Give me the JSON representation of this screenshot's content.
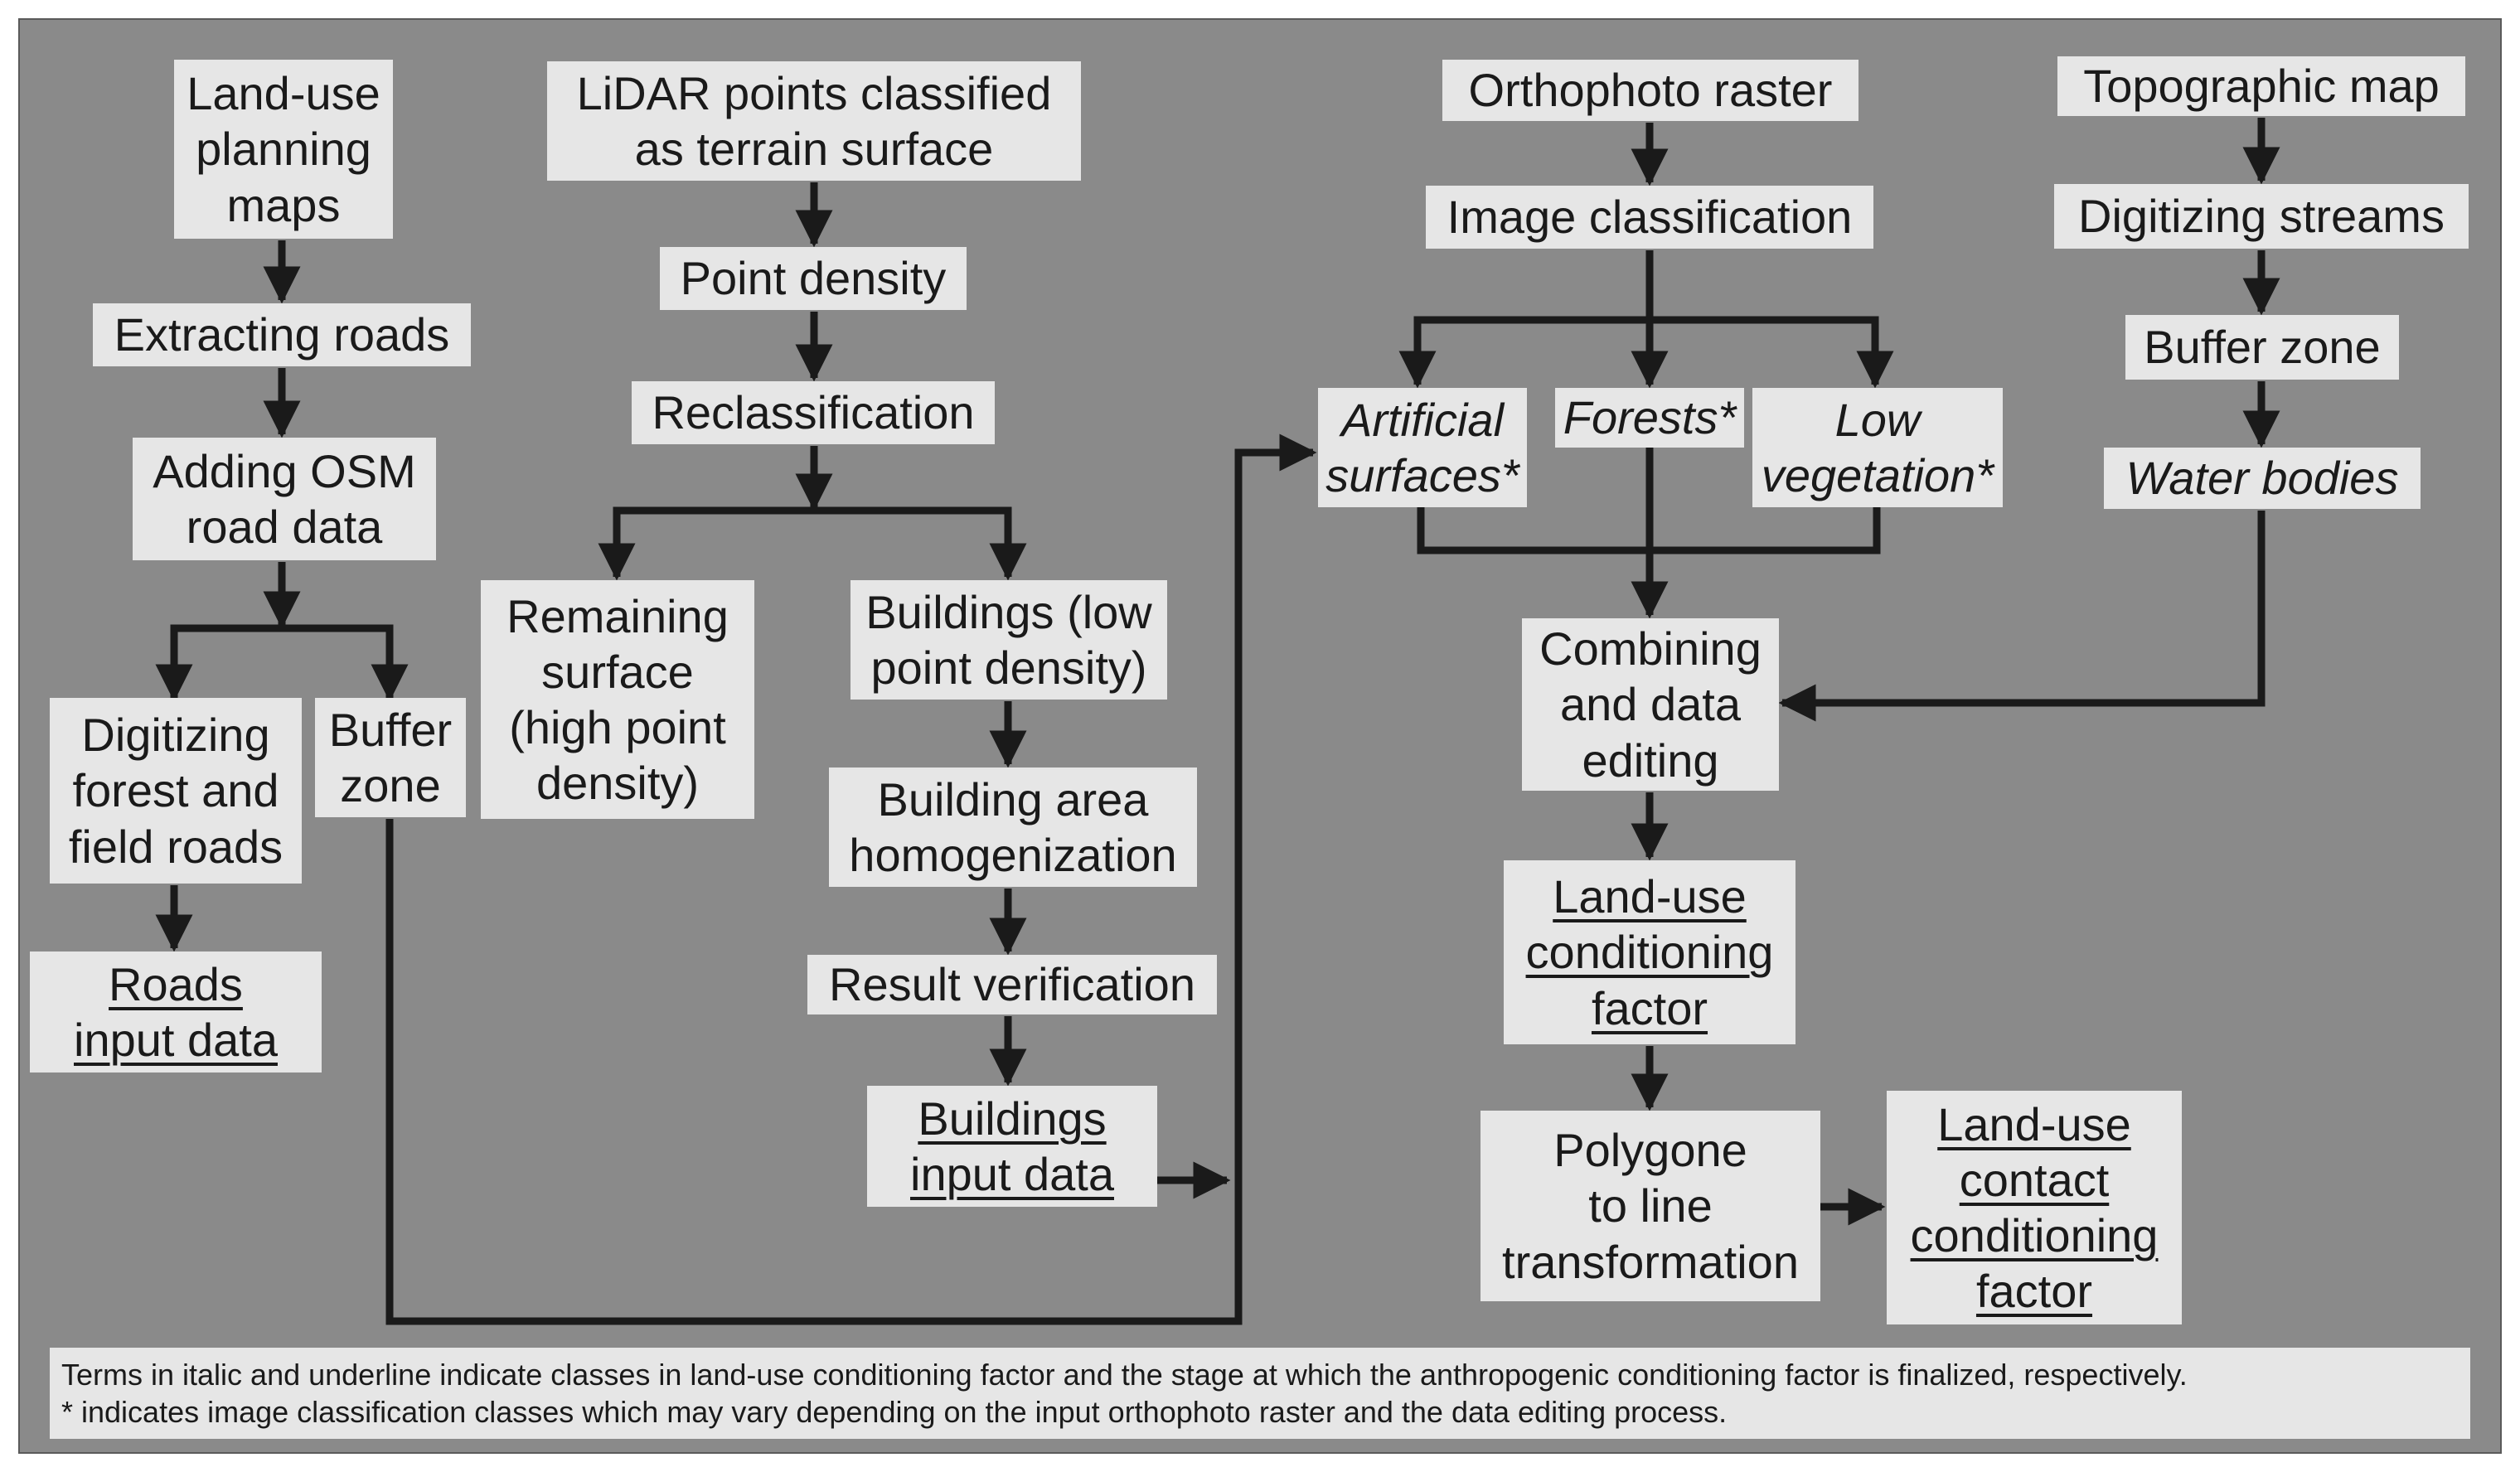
{
  "column1": {
    "land_use_maps": "Land-use\nplanning\nmaps",
    "extracting_roads": "Extracting roads",
    "adding_osm": "Adding OSM\nroad data",
    "digitizing_forest": "Digitizing\nforest and\nfield roads",
    "buffer_zone": "Buffer\nzone",
    "roads_input": "Roads\ninput data"
  },
  "column2": {
    "lidar": "LiDAR points classified\nas terrain surface",
    "point_density": "Point density",
    "reclassification": "Reclassification",
    "remaining_surface": "Remaining\nsurface\n(high point\ndensity)",
    "buildings_low": "Buildings (low\npoint density)",
    "building_area": "Building area\nhomogenization",
    "result_verification": "Result verification",
    "buildings_input": "Buildings\ninput data"
  },
  "column3": {
    "orthophoto": "Orthophoto raster",
    "image_classification": "Image classification",
    "artificial_surfaces": "Artificial\nsurfaces*",
    "forests": "Forests*",
    "low_vegetation": "Low\nvegetation*",
    "combining": "Combining\nand data\nediting",
    "landuse_factor": "Land-use\nconditioning\nfactor",
    "polygon_to_line": "Polygone\nto line\ntransformation",
    "landuse_contact": "Land-use\ncontact\nconditioning\nfactor"
  },
  "column4": {
    "topographic_map": "Topographic map",
    "digitizing_streams": "Digitizing streams",
    "buffer_zone": "Buffer zone",
    "water_bodies": "Water bodies"
  },
  "note": {
    "line1": "Terms in italic and underline indicate classes in land-use conditioning factor and the stage at which the anthropogenic conditioning factor is finalized, respectively.",
    "line2": "* indicates image classification classes which may vary depending on the input orthophoto raster and the data editing process."
  },
  "colors": {
    "background": "#8a8a8a",
    "box": "#e6e6e6",
    "arrow": "#1a1a1a"
  }
}
